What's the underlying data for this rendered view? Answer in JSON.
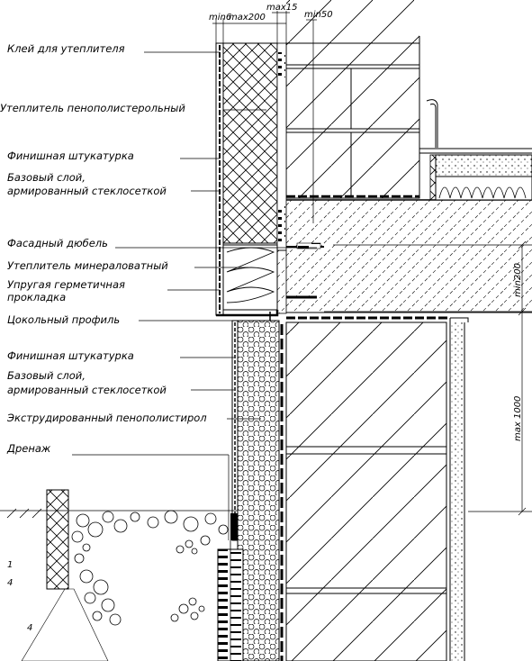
{
  "labels": {
    "glue": "Клей для утеплителя",
    "eps_insulation": "Утеплитель пенополистерольный",
    "finish_plaster_top": "Финишная штукатурка",
    "base_layer_top_1": "Базовый слой,",
    "base_layer_top_2": "армированный стеклосеткой",
    "facade_dowel": "Фасадный дюбель",
    "mineral_insulation": "Утеплитель минераловатный",
    "elastic_gasket_1": "Упругая герметичная",
    "elastic_gasket_2": "прокладка",
    "plinth_profile": "Цокольный профиль",
    "finish_plaster_bottom": "Финишная штукатурка",
    "base_layer_bottom_1": "Базовый слой,",
    "base_layer_bottom_2": "армированный стеклосеткой",
    "xps": "Экструдированный пенополистирол",
    "drainage": "Дренаж"
  },
  "dimensions": {
    "min6": "min6",
    "max200": "max200",
    "max15": "max15",
    "min50": "min50",
    "min200": "min200",
    "max1000": "max 1000"
  },
  "ground_marks": [
    "1",
    "4",
    "4"
  ]
}
